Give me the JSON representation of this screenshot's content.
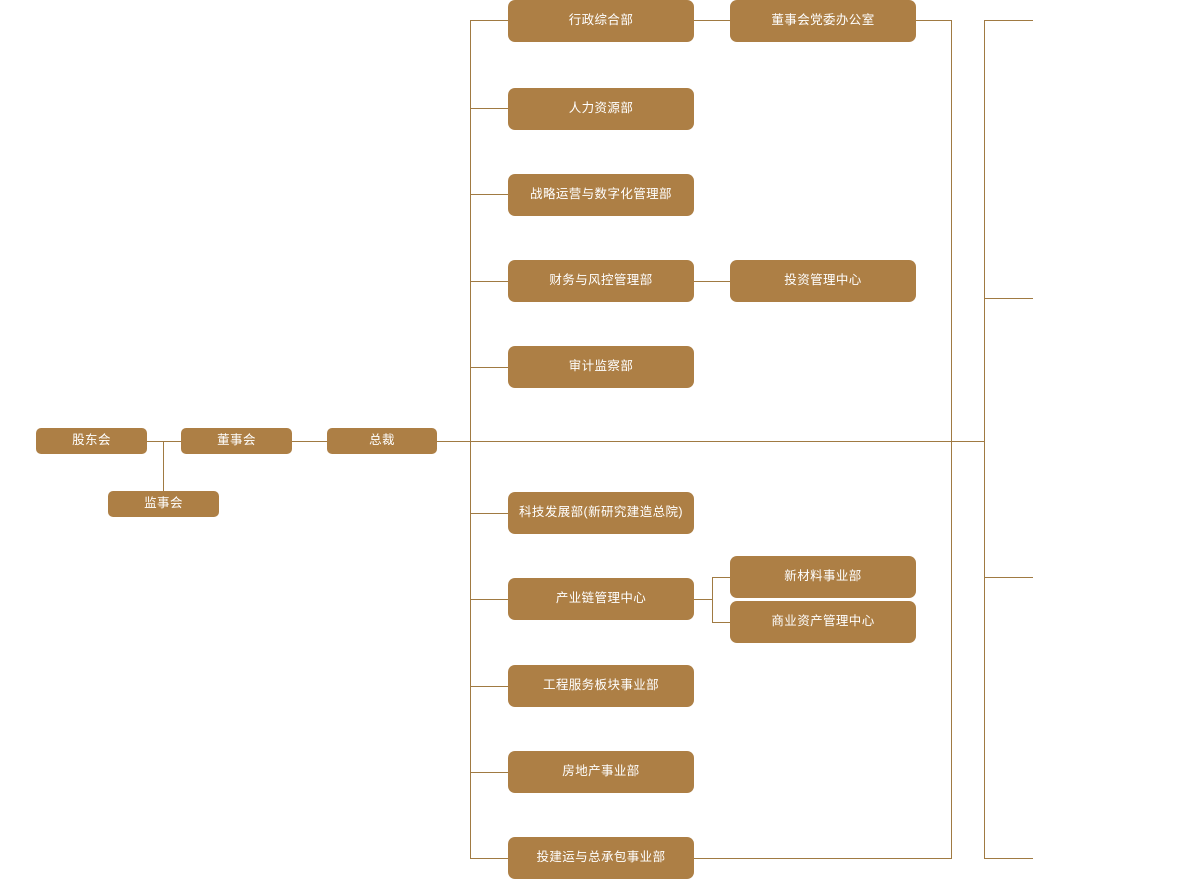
{
  "chart": {
    "type": "org-chart",
    "title": "",
    "theme": {
      "node_fill": "#ad7f45",
      "node_text": "#ffffff",
      "edge_color": "#a07a42",
      "background": "#ffffff"
    }
  },
  "governance": {
    "shareholders_meeting": "股东会",
    "board_of_directors": "董事会",
    "president": "总裁",
    "supervisory_board": "监事会"
  },
  "departments": [
    {
      "label": "行政综合部"
    },
    {
      "label": "人力资源部"
    },
    {
      "label": "战略运营与数字化管理部"
    },
    {
      "label": "财务与风控管理部"
    },
    {
      "label": "审计监察部"
    },
    {
      "label": "科技发展部(新研究建造总院)"
    },
    {
      "label": "产业链管理中心"
    },
    {
      "label": "工程服务板块事业部"
    },
    {
      "label": "房地产事业部"
    },
    {
      "label": "投建运与总承包事业部"
    }
  ],
  "sub_units": [
    {
      "label": "董事会党委办公室",
      "parent": "行政综合部"
    },
    {
      "label": "投资管理中心",
      "parent": "财务与风控管理部"
    },
    {
      "label": "新材料事业部",
      "parent": "产业链管理中心"
    },
    {
      "label": "商业资产管理中心",
      "parent": "产业链管理中心"
    }
  ]
}
